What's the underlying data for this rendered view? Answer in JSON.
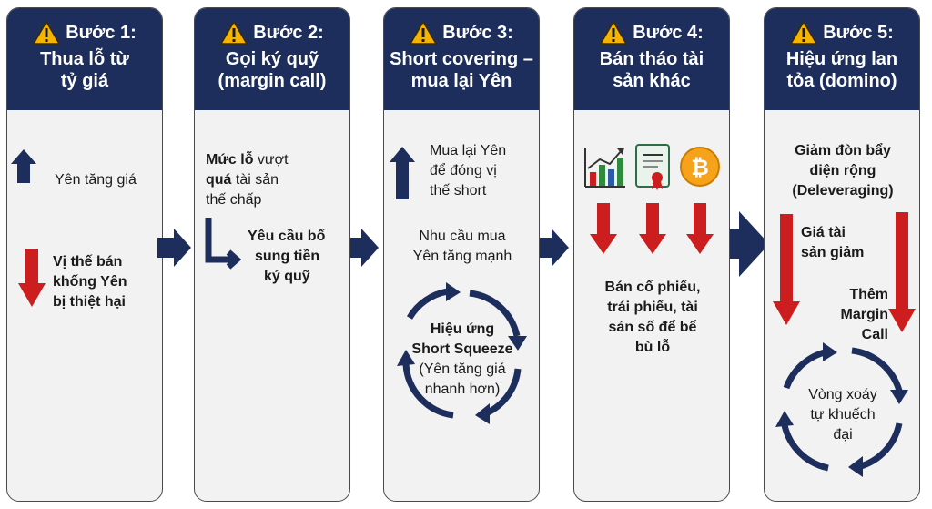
{
  "colors": {
    "header_bg": "#1d2e5c",
    "card_bg": "#f2f2f2",
    "arrow_navy": "#1d2e5c",
    "arrow_red": "#cc1e1e",
    "warning": "#f4b400"
  },
  "steps": [
    {
      "label": "Bước 1:",
      "title_lines": [
        "Thua lỗ từ",
        "tỷ giá"
      ],
      "up_text": "Yên tăng giá",
      "down_lines": [
        "Vị thế bán",
        "khống Yên",
        "bị thiệt hại"
      ]
    },
    {
      "label": "Bước 2:",
      "title_lines": [
        "Gọi ký quỹ",
        "(margin call)"
      ],
      "loss_lines": [
        "Mức lỗ vượt",
        "quá tài sản",
        "thế chấp"
      ],
      "loss_bold": [
        "Mức lỗ",
        "quá"
      ],
      "loss_rest": [
        " vượt",
        " tài sản"
      ],
      "demand_lines": [
        "Yêu cầu bổ",
        "sung tiền",
        "ký quỹ"
      ]
    },
    {
      "label": "Bước 3:",
      "title_lines": [
        "Short covering –",
        "mua lại Yên"
      ],
      "buy_lines": [
        "Mua lại Yên",
        "để đóng vị",
        "thế short"
      ],
      "demand_lines": [
        "Nhu cầu mua",
        "Yên tăng mạnh"
      ],
      "squeeze_bold": [
        "Hiệu ứng",
        "Short Squeeze"
      ],
      "squeeze_note": [
        "(Yên tăng giá",
        "nhanh hơn)"
      ]
    },
    {
      "label": "Bước 4:",
      "title_lines": [
        "Bán tháo tài",
        "sản khác"
      ],
      "icons": [
        "stock-chart-icon",
        "bond-certificate-icon",
        "bitcoin-icon"
      ],
      "sell_lines": [
        "Bán cổ phiếu,",
        "trái phiếu, tài",
        "sản số để bể",
        "bù lỗ"
      ]
    },
    {
      "label": "Bước 5:",
      "title_lines": [
        "Hiệu ứng lan",
        "tỏa (domino)"
      ],
      "delever_lines": [
        "Giảm đòn bẩy",
        "diện rộng",
        "(Deleveraging)"
      ],
      "price_lines": [
        "Giá tài",
        "sản giảm"
      ],
      "margin_lines": [
        "Thêm",
        "Margin",
        "Call"
      ],
      "spiral_lines": [
        "Vòng xoáy",
        "tự khuếch",
        "đại"
      ]
    }
  ]
}
